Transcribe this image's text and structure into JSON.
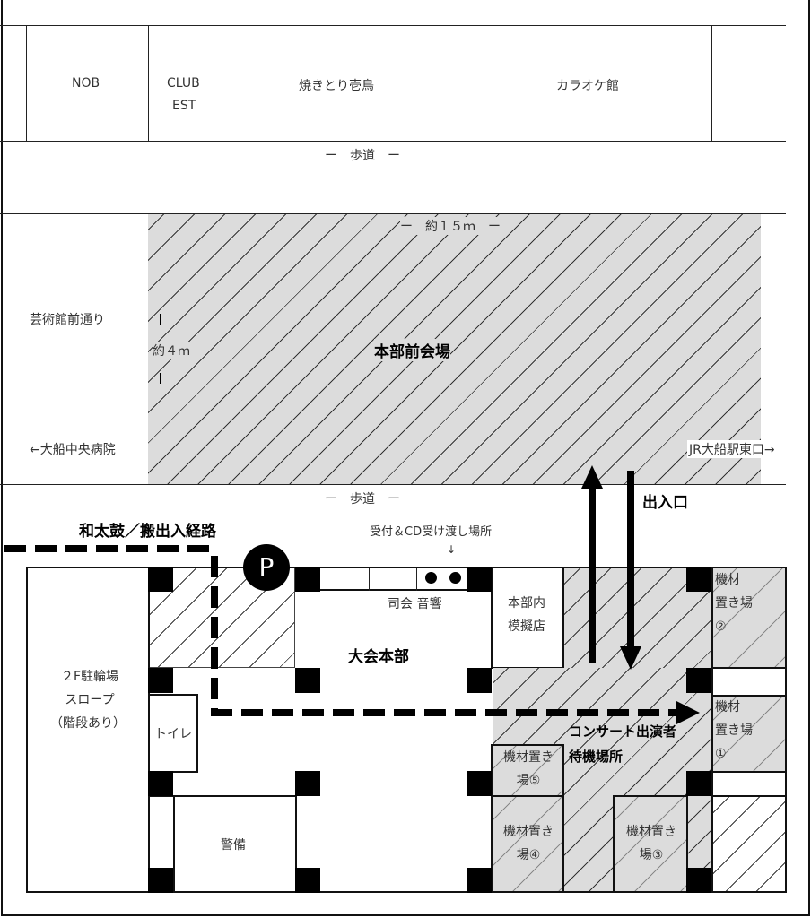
{
  "shops": {
    "nob": "NOB",
    "club1": "CLUB",
    "club2": "EST",
    "yakitori": "焼きとり壱鳥",
    "karaoke": "カラオケ館"
  },
  "sidewalk_top": "ー　歩道　ー",
  "sidewalk_bottom": "ー　歩道　ー",
  "street_name": "芸術館前通り",
  "hospital": "←大船中央病院",
  "station": "JR大船駅東口→",
  "width_label": "ー　約１５ｍ　ー",
  "depth_label": "約４ｍ",
  "front_venue": "本部前会場",
  "route_label": "和太鼓／搬出入経路",
  "reception": "受付＆CD受け渡し場所",
  "reception_arrow": "↓",
  "mc_sound": "司会 音響",
  "parking": "P",
  "hq": "大会本部",
  "stall": [
    "本部内",
    "模擬店"
  ],
  "entrance": "出入口",
  "waiting": [
    "コンサート出演者",
    "待機場所"
  ],
  "bike": [
    "２F駐輪場",
    "スロープ",
    "（階段あり）"
  ],
  "toilet": "トイレ",
  "security": "警備",
  "storage2": [
    "機材",
    "置き場",
    "②"
  ],
  "storage1": [
    "機材",
    "置き場",
    "①"
  ],
  "storage5": [
    "機材置き",
    "場⑤"
  ],
  "storage4": [
    "機材置き",
    "場④"
  ],
  "storage3": [
    "機材置き",
    "場③"
  ]
}
